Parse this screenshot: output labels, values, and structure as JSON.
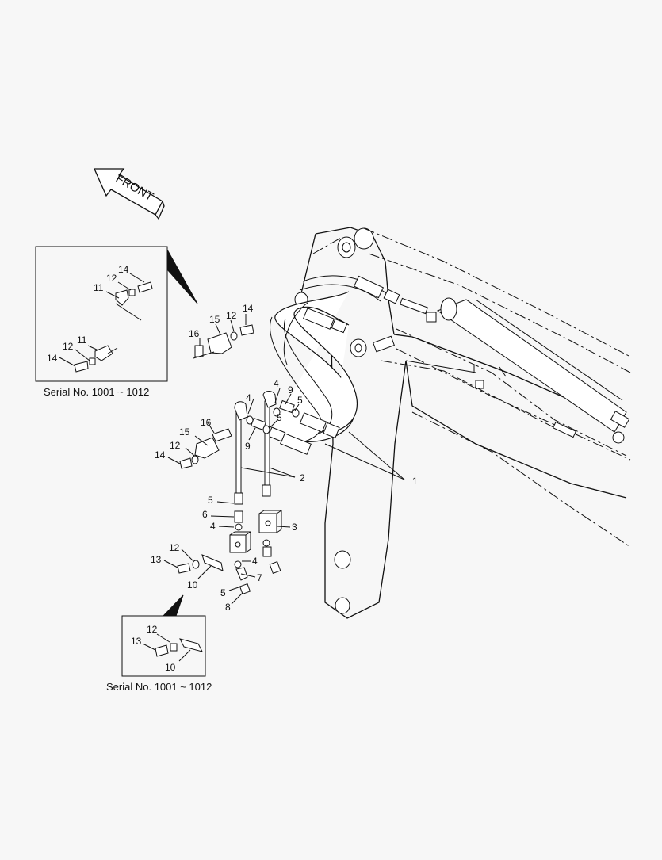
{
  "front_label": "FRONT",
  "inset_top": {
    "caption": "Serial No. 1001 ~ 1012",
    "labels": [
      "14",
      "12",
      "11",
      "11",
      "12",
      "14"
    ]
  },
  "inset_bottom": {
    "caption": "Serial No. 1001 ~ 1012",
    "labels": [
      "12",
      "13",
      "10"
    ]
  },
  "callouts": {
    "upper_clamp": [
      "14",
      "12",
      "15",
      "16"
    ],
    "pipe_left": [
      "4",
      "9",
      "16",
      "15",
      "12",
      "14",
      "5",
      "6",
      "4"
    ],
    "pipe_right": [
      "4",
      "9",
      "5",
      "5",
      "2",
      "1",
      "3",
      "4",
      "7",
      "5",
      "8"
    ],
    "lower_clamp": [
      "12",
      "13",
      "10"
    ]
  }
}
